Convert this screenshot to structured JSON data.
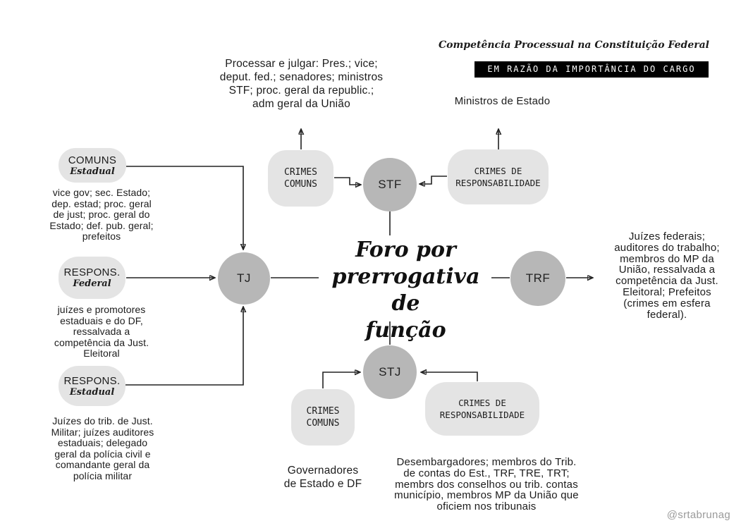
{
  "header": {
    "title": "Competência Processual na Constituição Federal",
    "banner": "EM RAZÃO DA IMPORTÂNCIA DO CARGO"
  },
  "center": {
    "title": "Foro por\nprerrogativa de\nfunção"
  },
  "courts": {
    "stf": "STF",
    "tj": "TJ",
    "trf": "TRF",
    "stj": "STJ"
  },
  "stf_branch": {
    "crimes_comuns_box": "CRIMES\nCOMUNS",
    "crimes_resp_box": "CRIMES DE\nRESPONSABILIDADE",
    "comuns_target": "Processar e julgar: Pres.; vice;\ndeput. fed.; senadores; ministros\nSTF; proc. geral da republic.;\nadm geral da União",
    "resp_target": "Ministros de Estado"
  },
  "tj_branch": {
    "comuns": {
      "label": "COMUNS",
      "sublabel": "Estadual",
      "detail": "vice gov; sec. Estado;\ndep. estad; proc. geral\nde just; proc. geral do\nEstado; def. pub. geral;\nprefeitos"
    },
    "respons_federal": {
      "label": "RESPONS.",
      "sublabel": "Federal",
      "detail": "juízes e promotores\nestaduais e do DF,\nressalvada a\ncompetência da Just.\nEleitoral"
    },
    "respons_estadual": {
      "label": "RESPONS.",
      "sublabel": "Estadual",
      "detail": "Juízes do trib. de Just.\nMilitar; juízes auditores\nestaduais; delegado\ngeral da polícia civil e\ncomandante geral da\npolícia militar"
    }
  },
  "trf_branch": {
    "detail": "Juízes federais;\nauditores do trabalho;\nmembros do MP da\nUnião, ressalvada a\ncompetência da Just.\nEleitoral; Prefeitos\n(crimes em esfera\nfederal)."
  },
  "stj_branch": {
    "crimes_comuns_box": "CRIMES\nCOMUNS",
    "crimes_resp_box": "CRIMES DE\nRESPONSABILIDADE",
    "comuns_target": "Governadores\nde Estado e DF",
    "resp_target": "Desembargadores; membros do Trib.\nde contas do Est., TRF, TRE, TRT;\nmembrs dos conselhos ou trib. contas\nmunicípio, membros MP da União que\noficiem nos tribunais"
  },
  "watermark": "@srtabrunag",
  "colors": {
    "circle_fill": "#b7b7b7",
    "pill_fill": "#e4e4e4",
    "line": "#222222",
    "banner_bg": "#000000",
    "banner_text": "#ffffff",
    "watermark_text": "#9a9a9a",
    "background": "#ffffff"
  }
}
